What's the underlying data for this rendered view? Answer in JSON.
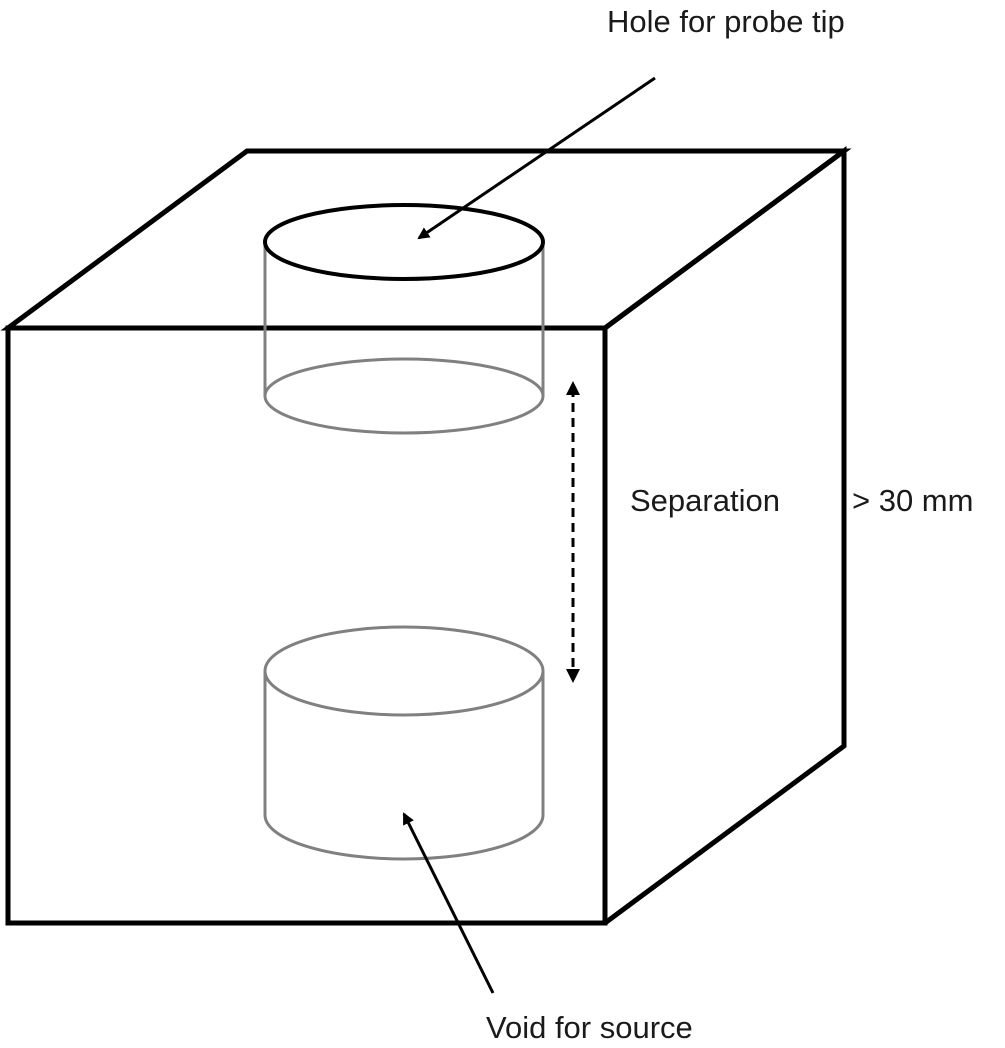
{
  "labels": {
    "probe_hole": "Hole for probe tip",
    "separation": "Separation",
    "distance": "> 30 mm",
    "source_void": "Void for source"
  },
  "colors": {
    "outline": "#000000",
    "hidden_line": "#808080",
    "background": "#ffffff"
  }
}
